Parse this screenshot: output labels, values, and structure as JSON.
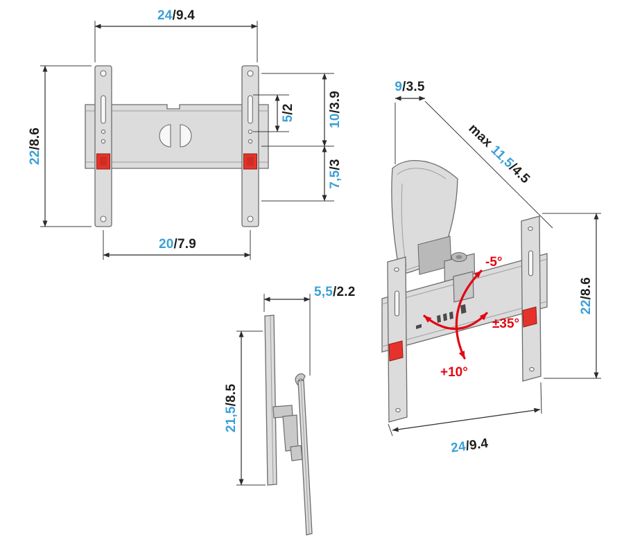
{
  "colors": {
    "metric": "#3BA0D6",
    "imperial": "#1D1D1B",
    "angle": "#E30613",
    "clip": "#E5332B",
    "line": "#2B2B2B"
  },
  "front_view": {
    "width_top": {
      "metric": "24",
      "imperial": "/9.4"
    },
    "height_left": {
      "metric": "22",
      "imperial": "/8.6"
    },
    "slot_pitch_right": {
      "metric": "5",
      "imperial": "/2"
    },
    "upper_span_right": {
      "metric": "10",
      "imperial": "/3.9"
    },
    "lower_span_right": {
      "metric": "7,5",
      "imperial": "/3"
    },
    "hole_span_bottom": {
      "metric": "20",
      "imperial": "/7.9"
    }
  },
  "side_view": {
    "depth_top": {
      "metric": "5,5",
      "imperial": "/2.2"
    },
    "height_left": {
      "metric": "21,5",
      "imperial": "/8.5"
    }
  },
  "perspective_view": {
    "depth_top": {
      "metric": "9",
      "imperial": "/3.5"
    },
    "max_depth": {
      "prefix": "max",
      "metric": "11,5",
      "imperial": "/4.5"
    },
    "tilt_up_angle": "-5°",
    "swivel_angle": "±35°",
    "tilt_down_angle": "+10°",
    "height_right": {
      "metric": "22",
      "imperial": "/8.6"
    },
    "width_bottom": {
      "metric": "24",
      "imperial": "/9.4"
    }
  }
}
